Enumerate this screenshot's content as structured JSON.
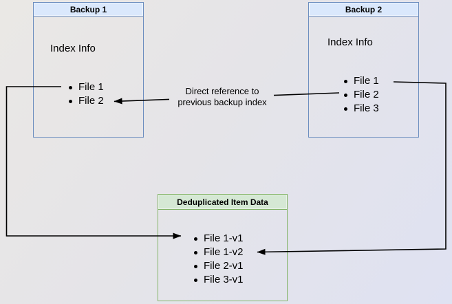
{
  "colors": {
    "blue_border": "#6c8ebf",
    "blue_header": "#dae8fc",
    "green_border": "#82b366",
    "green_header": "#d5e8d4",
    "arrow": "#000000"
  },
  "backup1": {
    "title": "Backup 1",
    "section": "Index Info",
    "files": [
      "File 1",
      "File 2"
    ]
  },
  "backup2": {
    "title": "Backup 2",
    "section": "Index Info",
    "files": [
      "File 1",
      "File 2",
      "File 3"
    ]
  },
  "dedup_store": {
    "title": "Deduplicated Item Data",
    "files": [
      "File 1-v1",
      "File 1-v2",
      "File 2-v1",
      "File 3-v1"
    ]
  },
  "annotation": {
    "label": "Direct reference to previous backup index"
  }
}
